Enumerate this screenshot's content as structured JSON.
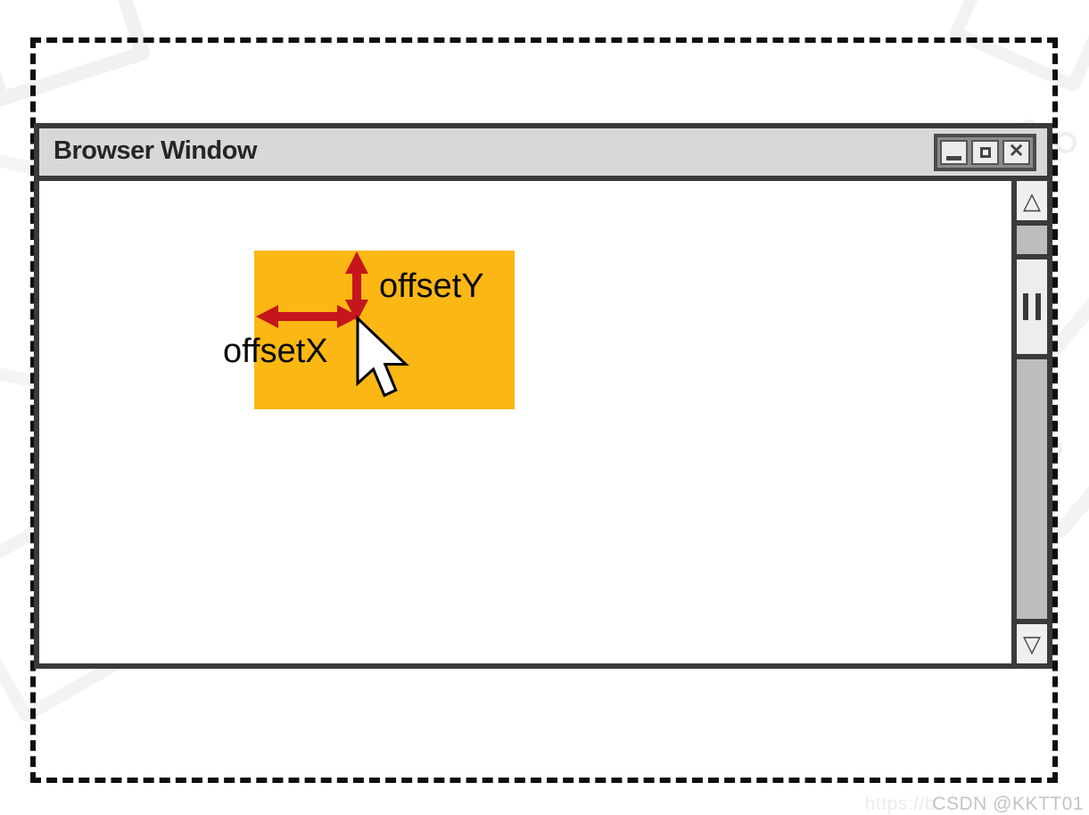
{
  "window": {
    "title": "Browser Window",
    "controls": {
      "minimize": "minimize",
      "maximize": "maximize",
      "close_glyph": "✕"
    },
    "scrollbar": {
      "up_glyph": "△",
      "down_glyph": "▽"
    }
  },
  "diagram": {
    "labels": {
      "offset_x": "offsetX",
      "offset_y": "offsetY"
    },
    "colors": {
      "target_box": "#FBB713",
      "arrow": "#C4161C",
      "window_border": "#3A3A3A",
      "titlebar": "#D8D8D8",
      "scroll_track": "#BDBDBD"
    }
  },
  "watermark": {
    "url_prefix": "https://b",
    "handle": "CSDN @KKTT01"
  }
}
